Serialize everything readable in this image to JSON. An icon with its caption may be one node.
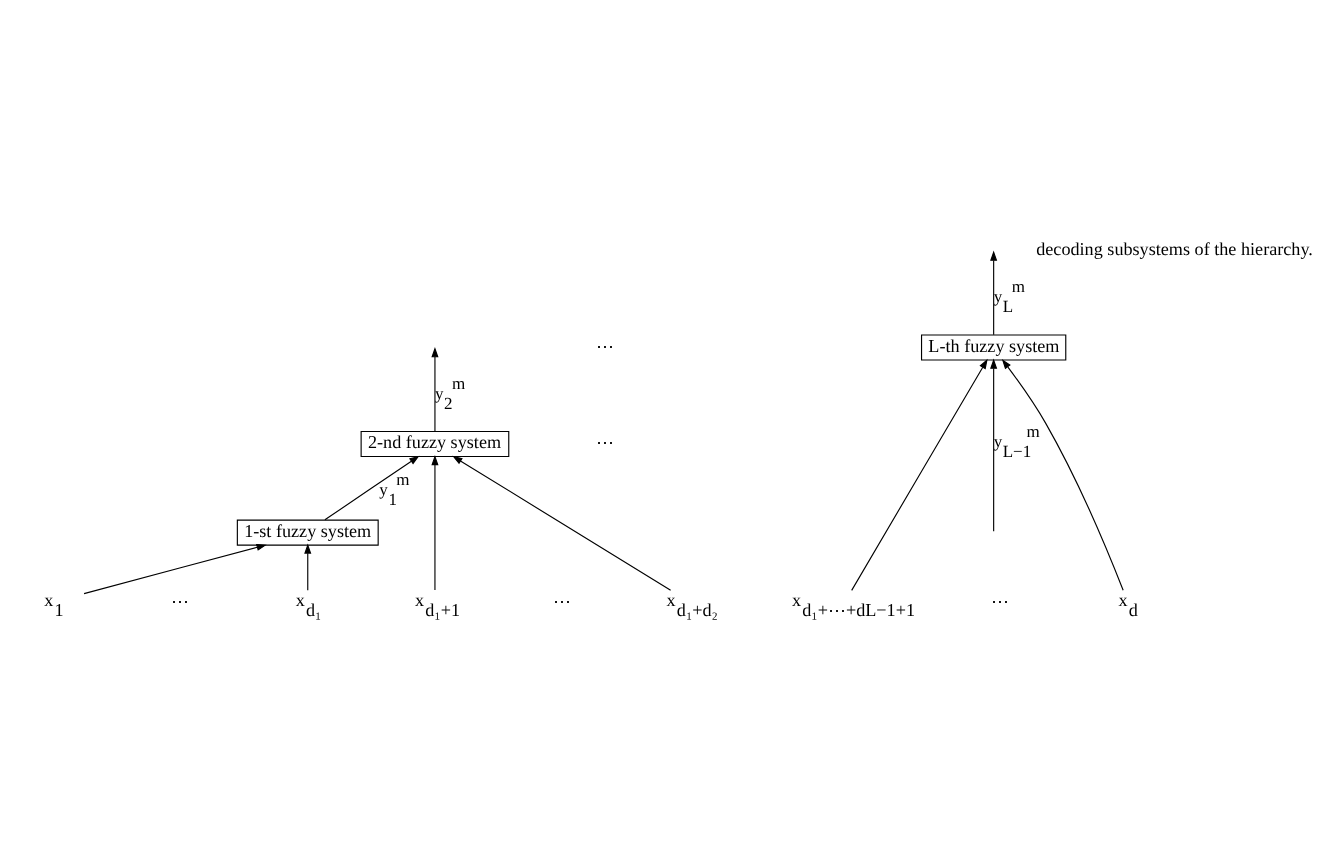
{
  "diagram": {
    "nodes": [
      {
        "text": [
          "1-st fuzzy system"
        ]
      },
      {
        "text": [
          "2-nd fuzzy system"
        ]
      },
      {
        "text": [
          "L-th fuzzy system"
        ]
      },
      {
        "text": [
          "x$_{1}$"
        ]
      },
      {
        "text": [
          "x$_{d₁}$"
        ]
      },
      {
        "text": [
          "x$_{d₁+1}$"
        ]
      },
      {
        "text": [
          "x$_{d₁+d₂}$"
        ]
      },
      {
        "text": [
          "x$_{d₁+⋯+dL−1+1}$"
        ]
      },
      {
        "text": [
          "x$_{d}$"
        ]
      }
    ],
    "edges": [
      {
        "from": 3,
        "to": 0,
        "arrow": "to"
      },
      {
        "from": 4,
        "to": 0,
        "arrow": "to"
      },
      {
        "from": 0,
        "to": 1,
        "arrow": "to",
        "label": "y$_{1}$$^{m}$"
      },
      {
        "from": 5,
        "to": 1,
        "arrow": "to"
      },
      {
        "from": 6,
        "to": 1,
        "arrow": "to"
      },
      {
        "from": 1,
        "to": null,
        "arrow": "to",
        "label": "y$_{2}$$^{m}$"
      },
      {
        "from": null,
        "to": 2,
        "arrow": "to",
        "label": "y$_{L−1}$$^{m}$"
      },
      {
        "from": 7,
        "to": 2,
        "arrow": "to"
      },
      {
        "from": 8,
        "to": 2,
        "arrow": "to"
      },
      {
        "from": 2,
        "to": null,
        "arrow": "to",
        "label": "y$_{L}$$^{m}$"
      }
    ],
    "labels": [
      "decoding subsystems of the hierarchy.",
      "⋯",
      "⋯",
      "⋯",
      "⋯",
      "⋯"
    ]
  }
}
